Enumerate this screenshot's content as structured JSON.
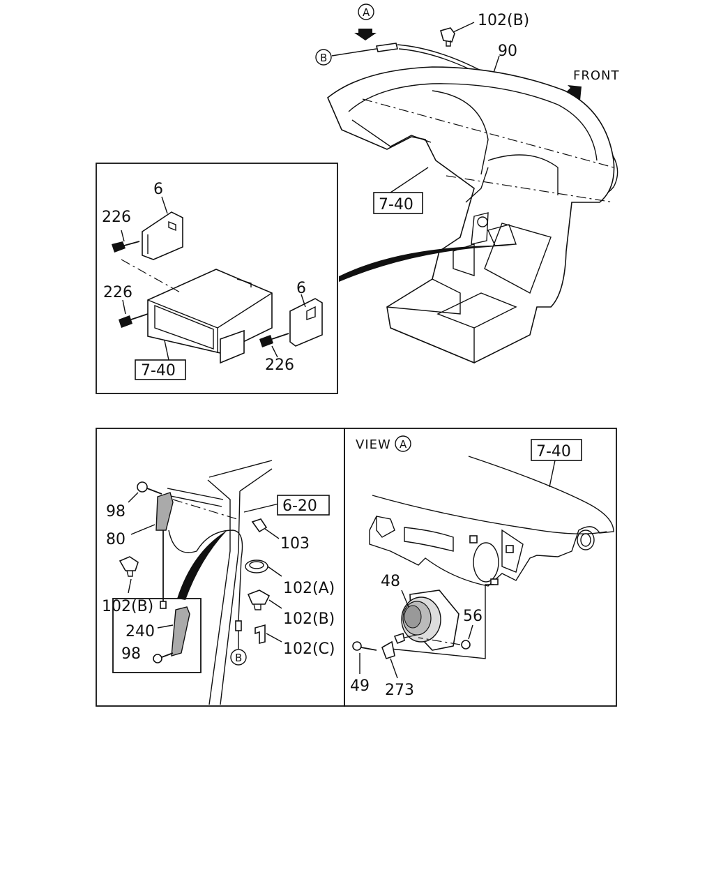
{
  "callouts": {
    "view_a_top": "A",
    "part_102b_top": "102(B)",
    "cable_b_top": "B",
    "part_90": "90",
    "front": "FRONT",
    "dash_ref": "7-40",
    "inset_6_top": "6",
    "inset_226_top": "226",
    "inset_226_mid": "226",
    "inset_6_right": "6",
    "inset_226_bottom": "226",
    "inset_ref": "7-40",
    "left_98_top": "98",
    "left_80": "80",
    "left_102b": "102(B)",
    "left_240": "240",
    "left_98_bottom": "98",
    "left_ref_620": "6-20",
    "left_103": "103",
    "left_102a": "102(A)",
    "left_102b_right": "102(B)",
    "left_102c": "102(C)",
    "left_cable_b": "B",
    "view_label": "VIEW",
    "view_circle": "A",
    "right_ref": "7-40",
    "right_48": "48",
    "right_56": "56",
    "right_49": "49",
    "right_273": "273"
  }
}
